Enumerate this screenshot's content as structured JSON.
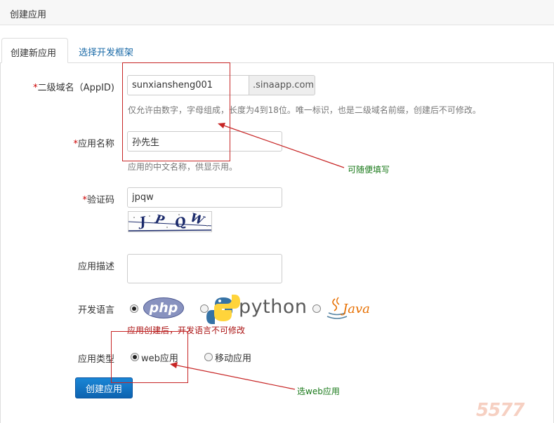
{
  "header": {
    "title": "创建应用"
  },
  "tabs": [
    {
      "label": "创建新应用",
      "active": true
    },
    {
      "label": "选择开发框架",
      "active": false
    }
  ],
  "form": {
    "required_mark": "*",
    "appid": {
      "label": "二级域名（AppID)",
      "value": "sunxiansheng001",
      "suffix": ".sinaapp.com",
      "help": "仅允许由数字，字母组成，长度为4到18位。唯一标识，也是二级域名前缀，创建后不可修改。"
    },
    "appname": {
      "label": "应用名称",
      "value": "孙先生",
      "help": "应用的中文名称，供显示用。"
    },
    "captcha": {
      "label": "验证码",
      "value": "jpqw",
      "image_text": [
        "J",
        "P",
        "Q",
        "W"
      ]
    },
    "desc": {
      "label": "应用描述",
      "value": ""
    },
    "language": {
      "label": "开发语言",
      "options": [
        {
          "name": "php",
          "logo_text": "php",
          "selected": true
        },
        {
          "name": "python",
          "logo_text": "python",
          "selected": false
        },
        {
          "name": "java",
          "logo_text": "Java",
          "selected": false
        }
      ],
      "warning": "应用创建后，开发语言不可修改"
    },
    "apptype": {
      "label": "应用类型",
      "options": [
        {
          "label": "web应用",
          "selected": true
        },
        {
          "label": "移动应用",
          "selected": false
        }
      ]
    },
    "submit_label": "创建应用"
  },
  "annotations": {
    "note1": "可随便填写",
    "note2": "选web应用",
    "color": "#c72525",
    "note_color": "#1a7a1a"
  },
  "watermark": "5577"
}
